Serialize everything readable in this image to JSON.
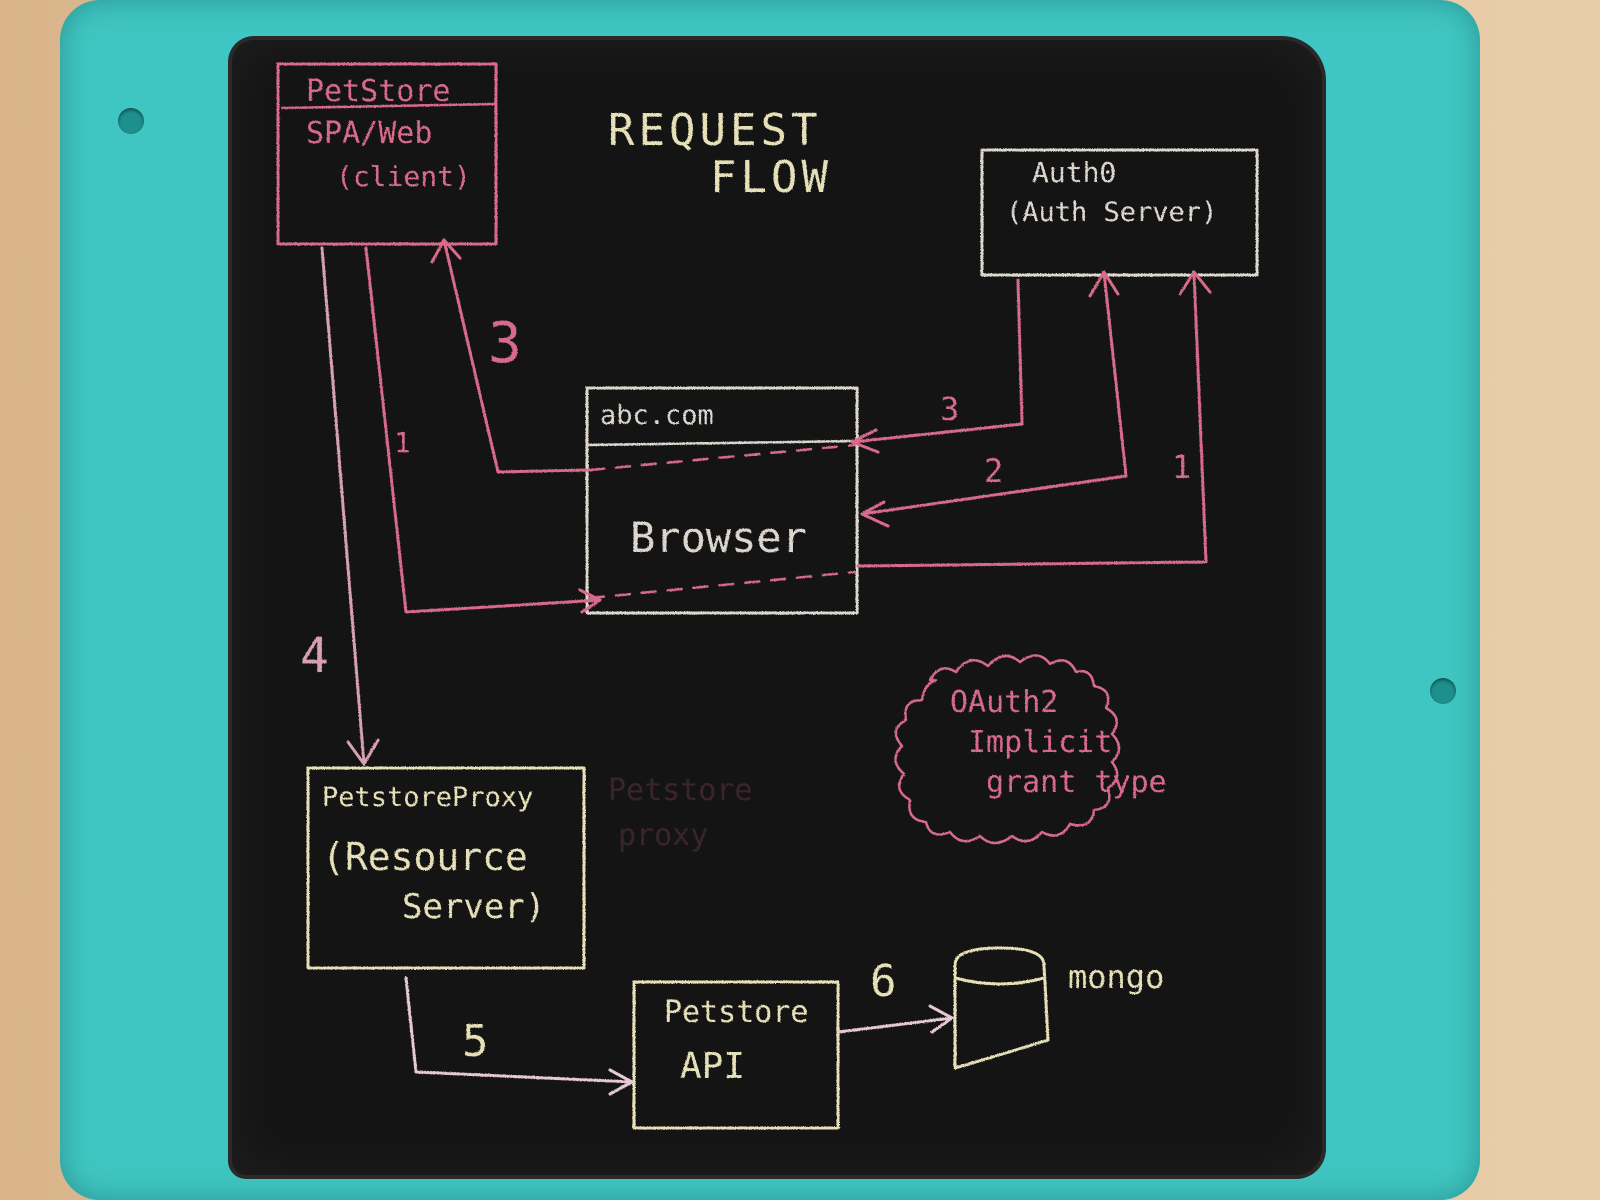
{
  "title": [
    "REQUEST",
    "FLOW"
  ],
  "client_box": {
    "lines": [
      "PetStore",
      "SPA/Web",
      "(client)"
    ]
  },
  "auth_box": {
    "lines": [
      "Auth0",
      "(Auth Server)"
    ]
  },
  "browser_box": {
    "url": "abc.com",
    "label": "Browser"
  },
  "proxy_box": {
    "lines": [
      "PetstoreProxy",
      "(Resource",
      "Server)"
    ]
  },
  "api_box": {
    "lines": [
      "Petstore",
      "API"
    ]
  },
  "db": {
    "label": "mongo"
  },
  "note": {
    "lines": [
      "OAuth2",
      "Implicit",
      "grant type"
    ]
  },
  "ghost_text": {
    "lines": [
      "Petstore",
      "proxy"
    ]
  },
  "steps": {
    "client_to_browser": "1",
    "browser_to_client": "3",
    "browser_to_auth": "1",
    "auth_to_browser_token": "2",
    "auth_redirect": "3",
    "client_to_proxy": "4",
    "proxy_to_api": "5",
    "api_to_mongo": "6"
  },
  "colors": {
    "board": "#141414",
    "frame": "#40c6c2",
    "chalk_pink": "#d86a8c",
    "chalk_white": "#dcd6cf",
    "chalk_yellow": "#e6e0b8"
  }
}
